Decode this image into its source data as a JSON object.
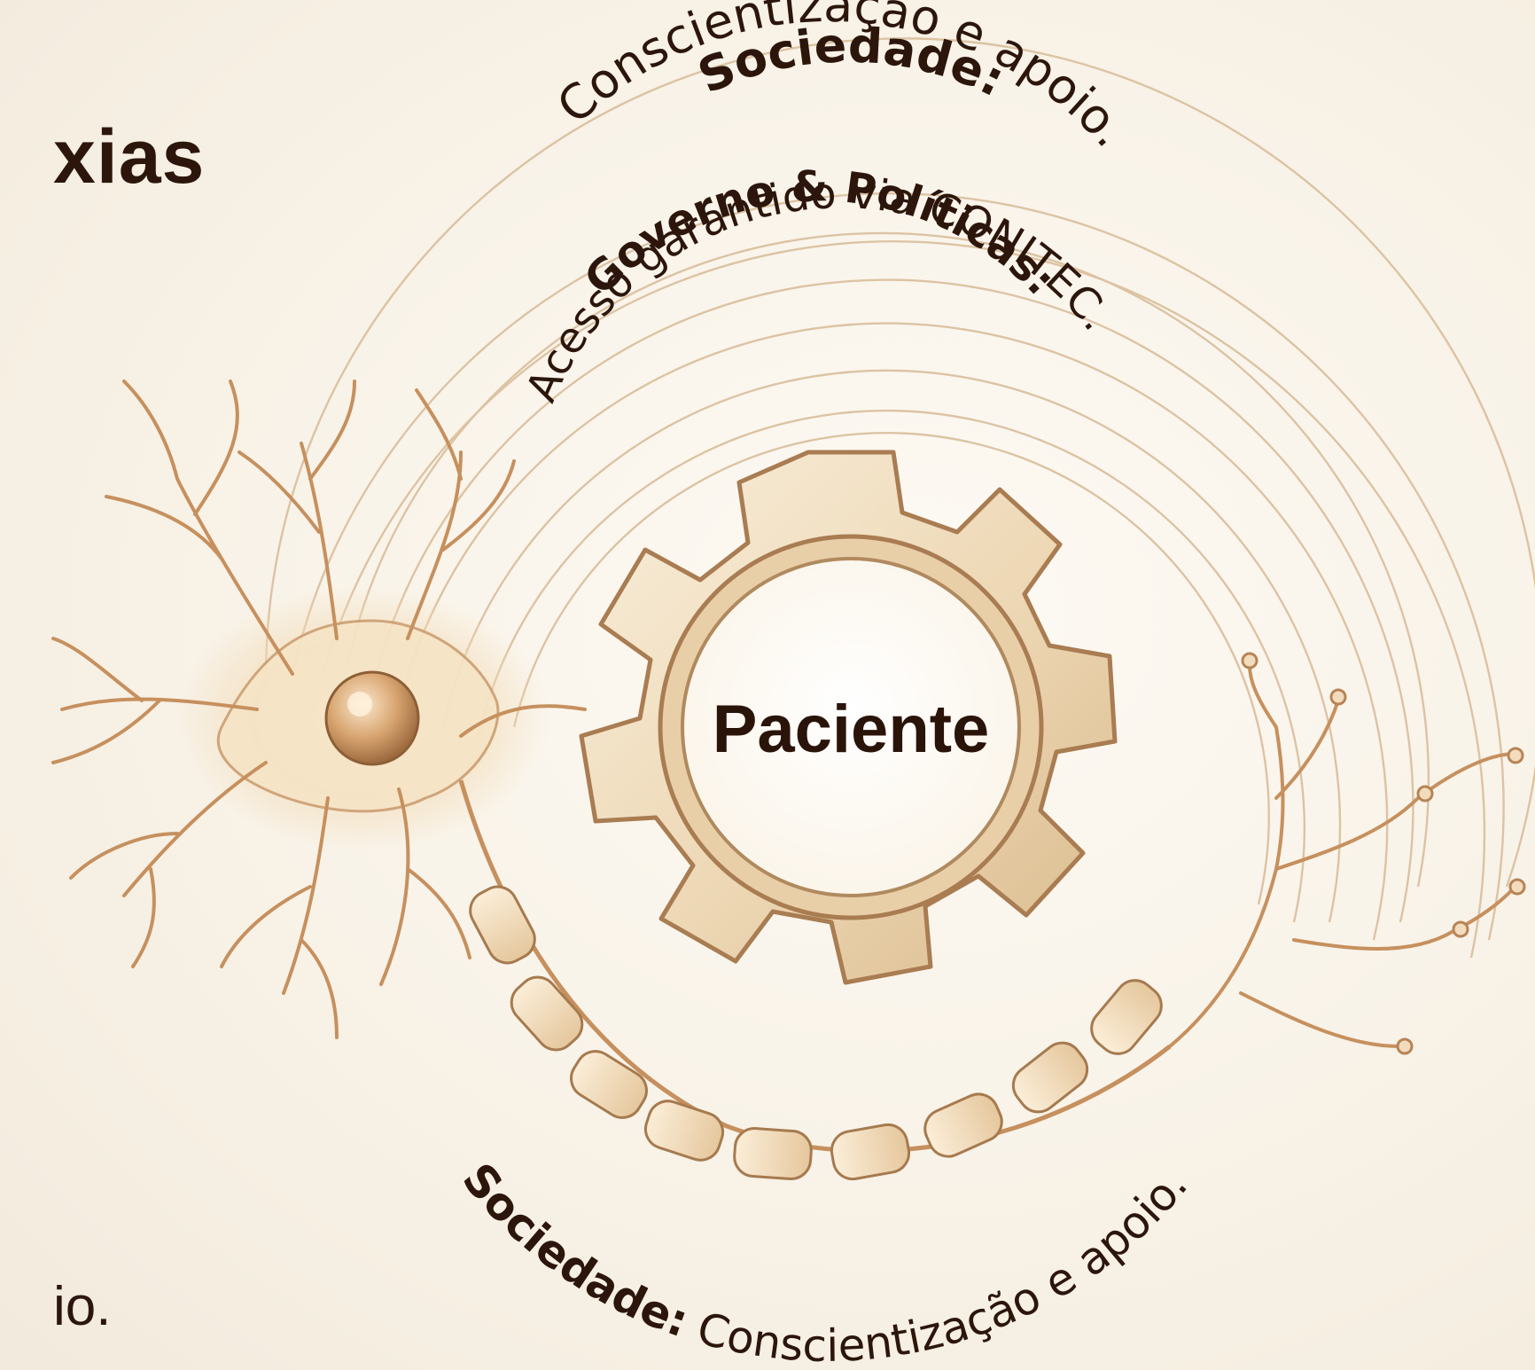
{
  "title_fragment": "xias",
  "body_fragment": "io.",
  "diagram": {
    "center_label": "Paciente",
    "outer_ring": {
      "heading": "Sociedade:",
      "text": "Conscientização e apoio."
    },
    "middle_ring": {
      "heading": "Governo & Políticas:",
      "text": "Acesso garantido via CONITEC."
    },
    "bottom_ring": {
      "heading": "Sociedade:",
      "text": " Conscientização e apoio."
    }
  },
  "icons": [
    "gear-icon",
    "neuron-icon"
  ],
  "colors": {
    "background": "#f8f3ea",
    "text": "#2c160c",
    "line": "#c9a47f",
    "gear_fill": "#f0dfc4",
    "gear_stroke": "#a97c52"
  }
}
